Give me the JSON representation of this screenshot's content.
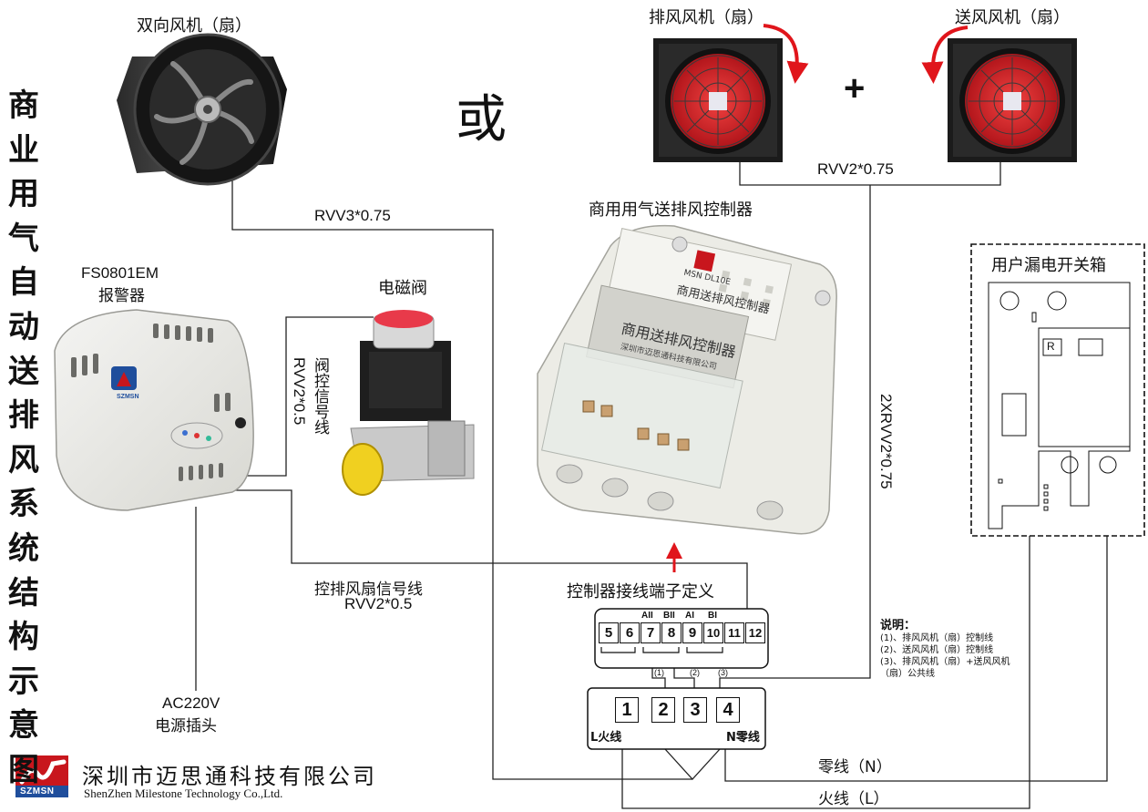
{
  "title": "商业用气自动送排风系统结构示意图",
  "labels": {
    "bidirectional_fan": "双向风机（扇）",
    "or": "或",
    "exhaust_fan": "排风风机（扇）",
    "plus": "+",
    "supply_fan": "送风风机（扇）",
    "rvv2_075_top": "RVV2*0.75",
    "rvv3_075": "RVV3*0.75",
    "controller": "商用用气送排风控制器",
    "alarm_model": "FS0801EM",
    "alarm_name": "报警器",
    "valve": "电磁阀",
    "valve_signal": "阀控信号线",
    "valve_cable": "RVV2*0.5",
    "cable_2xrvv": "2XRVV2*0.75",
    "leakage_box": "用户漏电开关箱",
    "breaker_r": "R",
    "terminal_def": "控制器接线端子定义",
    "fan_signal": "控排风扇信号线",
    "fan_signal_cable": "RVV2*0.5",
    "power_line1": "AC220V",
    "power_line2": "电源插头",
    "neutral": "零线（N）",
    "live": "火线（L）",
    "l_live": "L火线",
    "n_neutral": "N零线"
  },
  "device_panel": {
    "brand": "MSN DL10E",
    "title": "商用送排风控制器",
    "company": "深圳市迈思通科技有限公司"
  },
  "alarm_brand": "SZMSN",
  "terminals_top": [
    {
      "num": "5",
      "tag": ""
    },
    {
      "num": "6",
      "tag": ""
    },
    {
      "num": "7",
      "tag": "AII"
    },
    {
      "num": "8",
      "tag": "BII"
    },
    {
      "num": "9",
      "tag": "AI"
    },
    {
      "num": "10",
      "tag": "BI"
    },
    {
      "num": "11",
      "tag": ""
    },
    {
      "num": "12",
      "tag": ""
    }
  ],
  "terminals_bottom": [
    "1",
    "2",
    "3",
    "4"
  ],
  "wire_marks": [
    "(1)",
    "(2)",
    "(3)"
  ],
  "notes": {
    "heading": "说明：",
    "items": [
      "(1)、排风风机（扇）控制线",
      "(2)、送风风机（扇）控制线",
      "(3)、排风风机（扇）+送风风机（扇）公共线"
    ]
  },
  "company": {
    "logo_text": "SZMSN",
    "name_cn": "深圳市迈思通科技有限公司",
    "name_en": "ShenZhen Milestone Technology Co.,Ltd."
  },
  "colors": {
    "fan_red": "#d8262b",
    "fan_frame": "#1b1b1b",
    "logo_red": "#c8161d",
    "logo_blue": "#1f4e9c",
    "arrow_red": "#e0151b",
    "device_body": "#ecece6"
  }
}
